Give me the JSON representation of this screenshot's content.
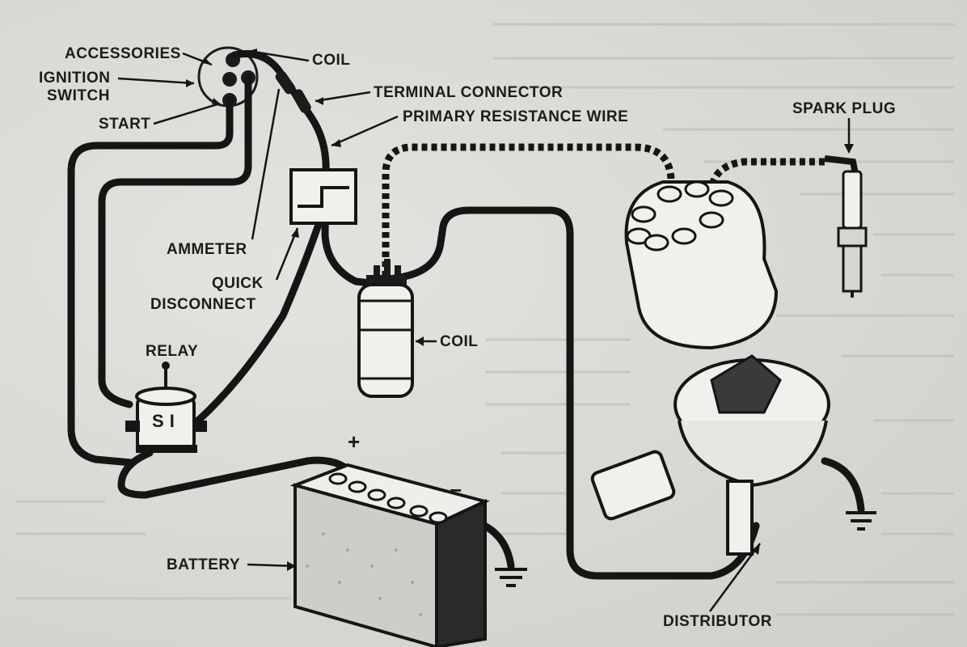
{
  "diagram": {
    "labels": {
      "accessories": "ACCESSORIES",
      "ignition_switch_line1": "IGNITION",
      "ignition_switch_line2": "SWITCH",
      "start": "START",
      "coil_top": "COIL",
      "terminal_connector": "TERMINAL CONNECTOR",
      "primary_resistance_wire": "PRIMARY RESISTANCE WIRE",
      "spark_plug": "SPARK PLUG",
      "ammeter": "AMMETER",
      "quick_disconnect_line1": "QUICK",
      "quick_disconnect_line2": "DISCONNECT",
      "relay": "RELAY",
      "relay_mark": "S I",
      "coil": "COIL",
      "battery": "BATTERY",
      "distributor": "DISTRIBUTOR",
      "plus": "+",
      "minus": "−"
    }
  }
}
